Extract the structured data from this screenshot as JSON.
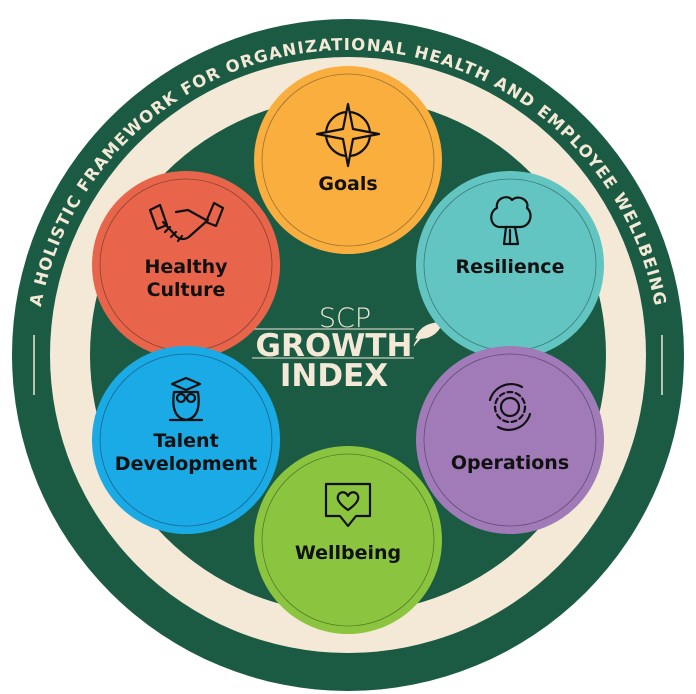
{
  "ring_text": "A HOLISTIC FRAMEWORK FOR ORGANIZATIONAL HEALTH AND EMPLOYEE WELLBEING",
  "center": {
    "line1": "SCP",
    "line2": "GROWTH",
    "line3": "INDEX"
  },
  "pillars": [
    {
      "name": "Goals",
      "label1": "Goals",
      "label2": "",
      "icon": "compass-icon",
      "color": "#F9AE3D"
    },
    {
      "name": "Healthy Culture",
      "label1": "Healthy",
      "label2": "Culture",
      "icon": "handshake-icon",
      "color": "#E8654B"
    },
    {
      "name": "Resilience",
      "label1": "Resilience",
      "label2": "",
      "icon": "tree-icon",
      "color": "#63C5C2"
    },
    {
      "name": "Talent Development",
      "label1": "Talent",
      "label2": "Development",
      "icon": "owl-icon",
      "color": "#1AAAE6"
    },
    {
      "name": "Operations",
      "label1": "Operations",
      "label2": "",
      "icon": "gear-cycle-icon",
      "color": "#A07BB8"
    },
    {
      "name": "Wellbeing",
      "label1": "Wellbeing",
      "label2": "",
      "icon": "heart-message-icon",
      "color": "#8BC540"
    }
  ],
  "colors": {
    "dark_green": "#1B5A43",
    "cream": "#F3E9D6"
  }
}
